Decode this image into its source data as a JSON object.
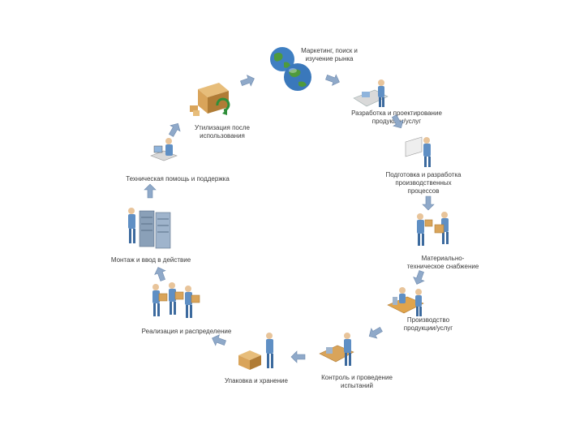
{
  "stages": [
    {
      "id": "marketing",
      "lines": [
        "Маркетинг, поиск и",
        "изучение рынка"
      ],
      "icon": "globes-icon"
    },
    {
      "id": "design",
      "lines": [
        "Разработка и проектирование",
        "продукции/услуг"
      ],
      "icon": "designer-at-desk-icon"
    },
    {
      "id": "process",
      "lines": [
        "Подготовка и разработка",
        "производственных",
        "процессов"
      ],
      "icon": "engineer-at-board-icon"
    },
    {
      "id": "supply",
      "lines": [
        "Материально-",
        "техническое снабжение"
      ],
      "icon": "workers-with-boxes-icon"
    },
    {
      "id": "production",
      "lines": [
        "Производство",
        "продукции/услуг"
      ],
      "icon": "factory-workers-icon"
    },
    {
      "id": "control",
      "lines": [
        "Контроль и проведение",
        "испытаний"
      ],
      "icon": "inspector-icon"
    },
    {
      "id": "packing",
      "lines": [
        "Упаковка и хранение"
      ],
      "icon": "packer-with-box-icon"
    },
    {
      "id": "sales",
      "lines": [
        "Реализация и распределение"
      ],
      "icon": "people-carrying-boxes-icon"
    },
    {
      "id": "installation",
      "lines": [
        "Монтаж и ввод в действие"
      ],
      "icon": "server-installer-icon"
    },
    {
      "id": "support",
      "lines": [
        "Техническая помощь и поддержка"
      ],
      "icon": "support-operator-icon"
    },
    {
      "id": "disposal",
      "lines": [
        "Утилизация после",
        "использования"
      ],
      "icon": "recycling-truck-icon"
    }
  ],
  "colors": {
    "arrow": "#8fa9c9",
    "arrow_edge": "#6d89ad",
    "person": "#5f8fc4",
    "person_dark": "#3c6a9e",
    "box": "#d9a45a",
    "box_dark": "#b07c36",
    "globe": "#3f7fc2",
    "land": "#4f9a3c",
    "text": "#3a3a3a"
  }
}
